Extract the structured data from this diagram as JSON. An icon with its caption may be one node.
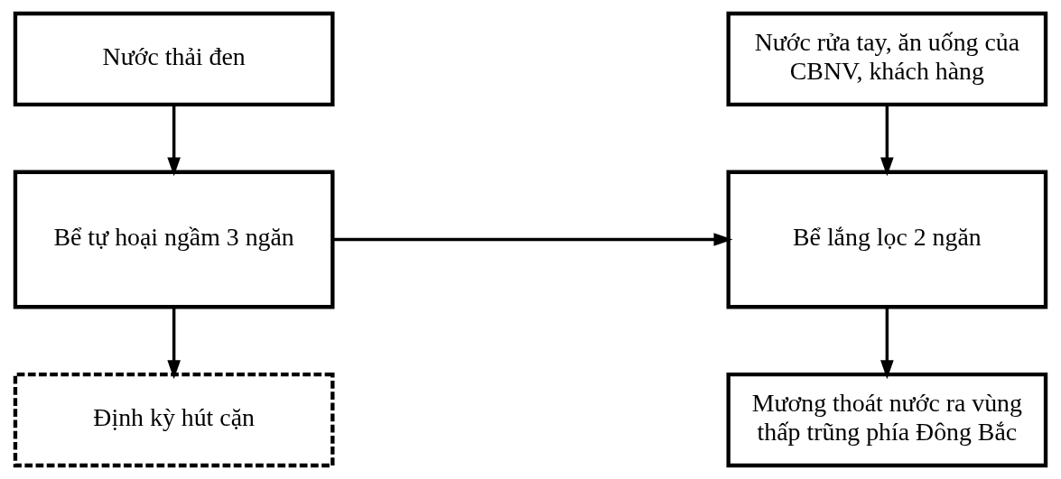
{
  "diagram": {
    "nodes": [
      {
        "text": [
          "Nước rửa tay, ăn uống của CBNV, khách hàng"
        ]
      },
      {
        "text": [
          "Nước thải đen"
        ]
      },
      {
        "text": [
          "Bể lắng lọc 2 ngăn"
        ]
      },
      {
        "text": [
          "Bể tự hoại ngầm 3 ngăn"
        ]
      },
      {
        "text": [
          "Mương thoát nước ra vùng thấp trũng phía Đông Bắc"
        ]
      },
      {
        "text": [
          "Định kỳ hút cặn"
        ]
      }
    ],
    "edges": [
      {
        "from": 0,
        "to": 2,
        "arrow": "to"
      },
      {
        "from": 1,
        "to": 3,
        "arrow": "to"
      },
      {
        "from": 3,
        "to": 2,
        "arrow": "to"
      },
      {
        "from": 2,
        "to": 4,
        "arrow": "to"
      },
      {
        "from": 3,
        "to": 5,
        "arrow": "to"
      }
    ]
  }
}
